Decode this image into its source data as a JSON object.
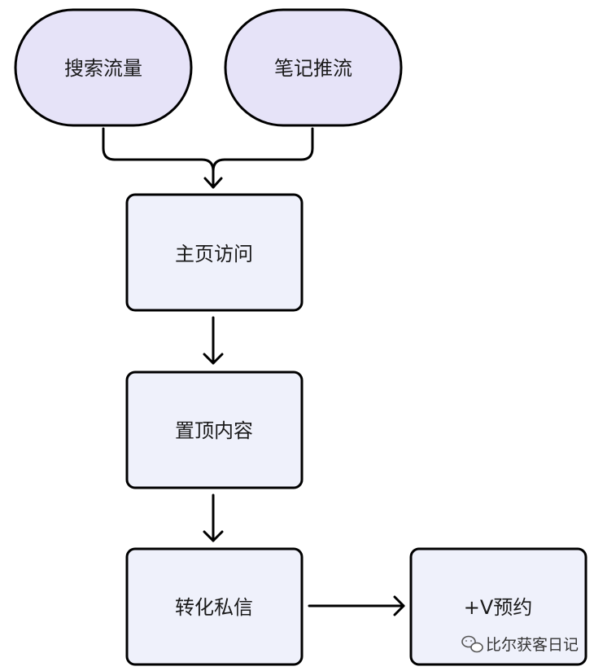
{
  "nodes": {
    "search_traffic": {
      "label": "搜索流量",
      "fill": "#e6e3f8",
      "shape": "stadium"
    },
    "note_push": {
      "label": "笔记推流",
      "fill": "#e6e3f8",
      "shape": "stadium"
    },
    "homepage_visit": {
      "label": "主页访问",
      "fill": "#eff1fb",
      "shape": "rounded-rect"
    },
    "pinned_content": {
      "label": "置顶内容",
      "fill": "#eff1fb",
      "shape": "rounded-rect"
    },
    "private_message": {
      "label": "转化私信",
      "fill": "#eff1fb",
      "shape": "rounded-rect"
    },
    "add_v_booking": {
      "label": "+V预约",
      "fill": "#eff1fb",
      "shape": "rounded-rect"
    }
  },
  "edges": [
    {
      "from": "search_traffic",
      "to": "homepage_visit"
    },
    {
      "from": "note_push",
      "to": "homepage_visit"
    },
    {
      "from": "homepage_visit",
      "to": "pinned_content"
    },
    {
      "from": "pinned_content",
      "to": "private_message"
    },
    {
      "from": "private_message",
      "to": "add_v_booking"
    }
  ],
  "watermark": {
    "text": "比尔获客日记",
    "icon": "wechat-icon"
  },
  "colors": {
    "stroke": "#000000",
    "stadium_fill": "#e6e3f8",
    "box_fill": "#eff1fb"
  }
}
